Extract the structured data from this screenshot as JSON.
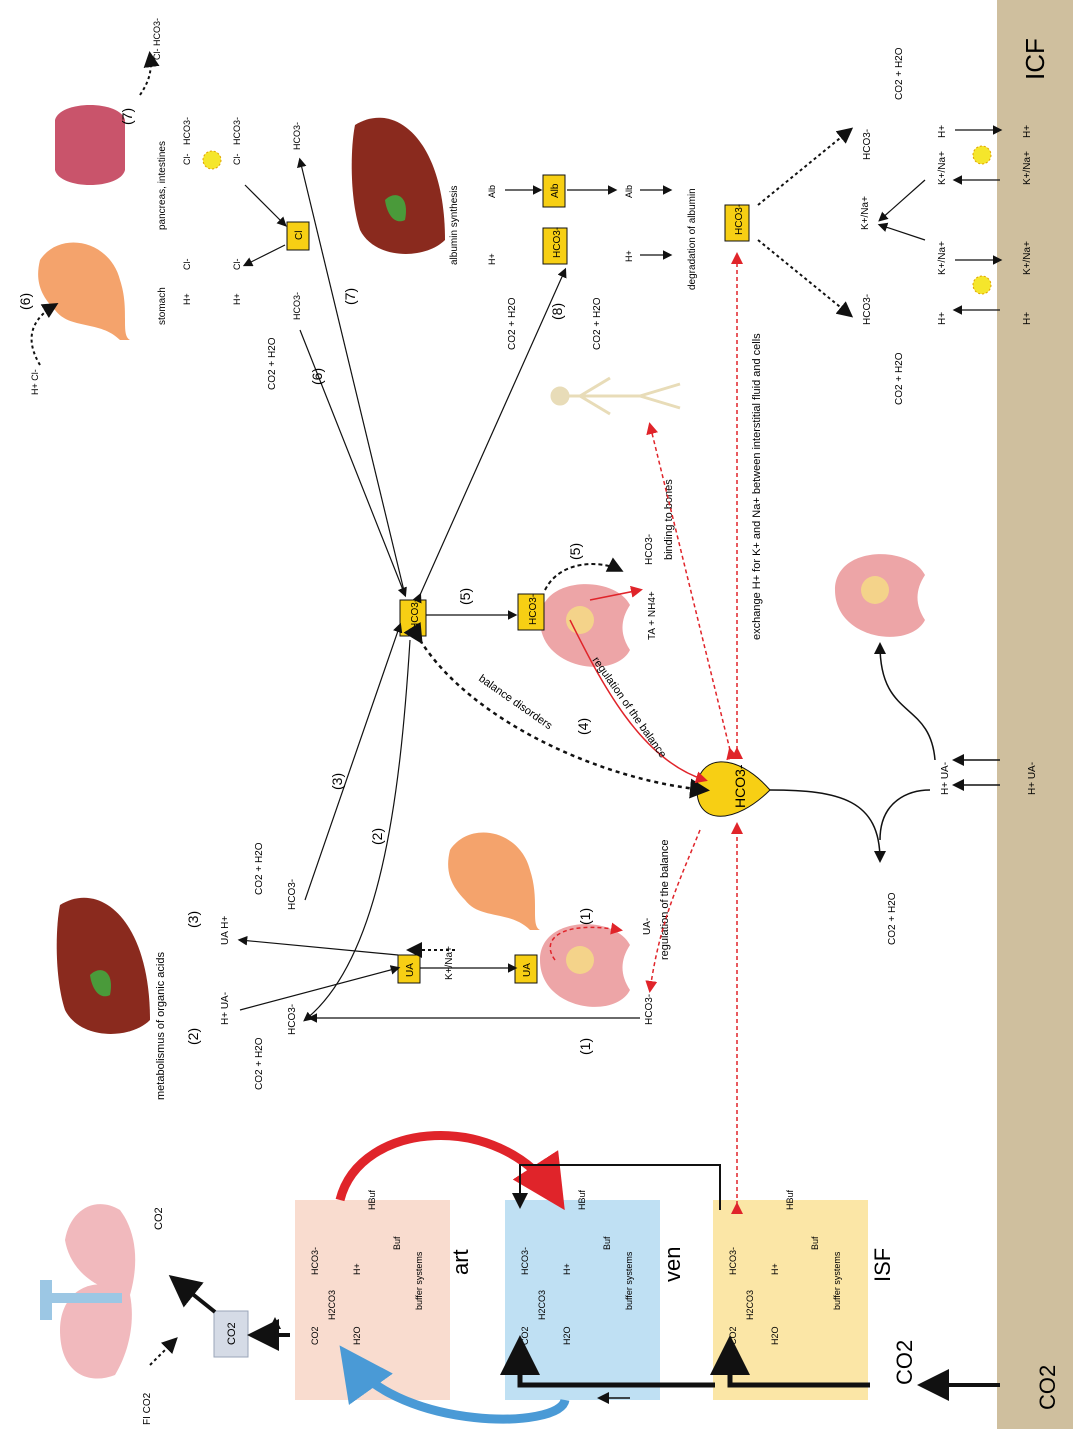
{
  "compartments": {
    "art": {
      "label": "art",
      "color": "#f9dccf"
    },
    "ven": {
      "label": "ven",
      "color": "#bfe0f3"
    },
    "isf": {
      "label": "ISF",
      "color": "#fbe6a6"
    },
    "icf": {
      "label": "ICF",
      "color": "#cfbf9e"
    }
  },
  "buffer": {
    "hco3": "HCO3-",
    "h2co3": "H2CO3",
    "co2": "CO2",
    "h2o": "H2O",
    "hplus": "H+",
    "hbuf": "HBuf",
    "buf": "Buf",
    "label": "buffer systems"
  },
  "lungs": {
    "co2_box": "CO2",
    "co2_out": "CO2",
    "fico2": "FI CO2"
  },
  "icf_co2": "CO2",
  "isf_co2": "CO2",
  "center_hco3": "HCO3-",
  "boxes": {
    "ua": "UA",
    "hco3": "HCO3-",
    "cl": "Cl",
    "alb": "Alb"
  },
  "labels": {
    "metabolism": "metabolismus of organic acids",
    "balance_disorders": "balance disorders",
    "regulation_balance": "regulation of the balance",
    "exchange": "exchange H+ for K+ and Na+ between interstitial fluid and cells",
    "binding_bones": "binding to bones",
    "stomach": "stomach",
    "pancreas": "pancreas, intestines",
    "albumin_synthesis": "albumin synthesis",
    "degradation": "degradation of albumin",
    "ta_nh4": "TA + NH4+",
    "co2_h2o": "CO2 + H2O",
    "h_ua": "H+ UA-",
    "ua_h": "UA H+",
    "k_na": "K+/Na+",
    "k_na_gut": "K+/Na+",
    "h_cl": "H+ Cl-",
    "cl_hco3": "Cl- HCO3-",
    "hplus": "H+",
    "cl": "Cl-",
    "hco3": "HCO3-",
    "alb": "Alb",
    "ua": "UA-"
  },
  "steps": {
    "s1": "(1)",
    "s2": "(2)",
    "s3": "(3)",
    "s4": "(4)",
    "s5": "(5)",
    "s6": "(6)",
    "s7": "(7)",
    "s8": "(8)"
  },
  "colors": {
    "box": "#f7cf14",
    "red": "#e0242a",
    "blue": "#4a9ad6",
    "black": "#111111"
  }
}
